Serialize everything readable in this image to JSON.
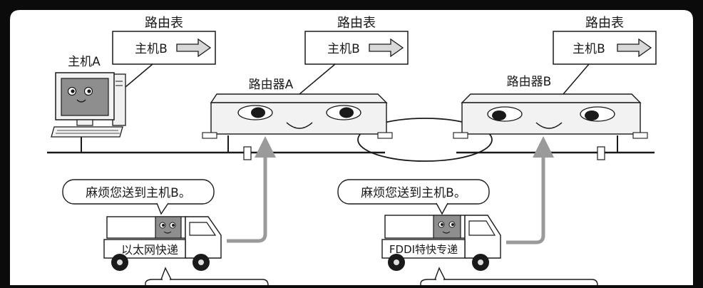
{
  "routing_table": {
    "title": "路由表",
    "entry": "主机B"
  },
  "host_a": {
    "label": "主机A"
  },
  "router_a": {
    "label": "路由器A"
  },
  "router_b": {
    "label": "路由器B"
  },
  "speech": {
    "request_1": "麻烦您送到主机B。",
    "request_2": "麻烦您送到主机B。"
  },
  "trucks": {
    "ethernet_label": "以太网快递",
    "fddi_label": "FDDI特快专递"
  },
  "colors": {
    "frame": "#0b0b0b",
    "paper": "#ffffff",
    "ink": "#1a1a1a",
    "device_gray": "#f2f2f2",
    "screen_gray": "#8e8e8e",
    "arrow_gray": "#9a9a9a"
  }
}
